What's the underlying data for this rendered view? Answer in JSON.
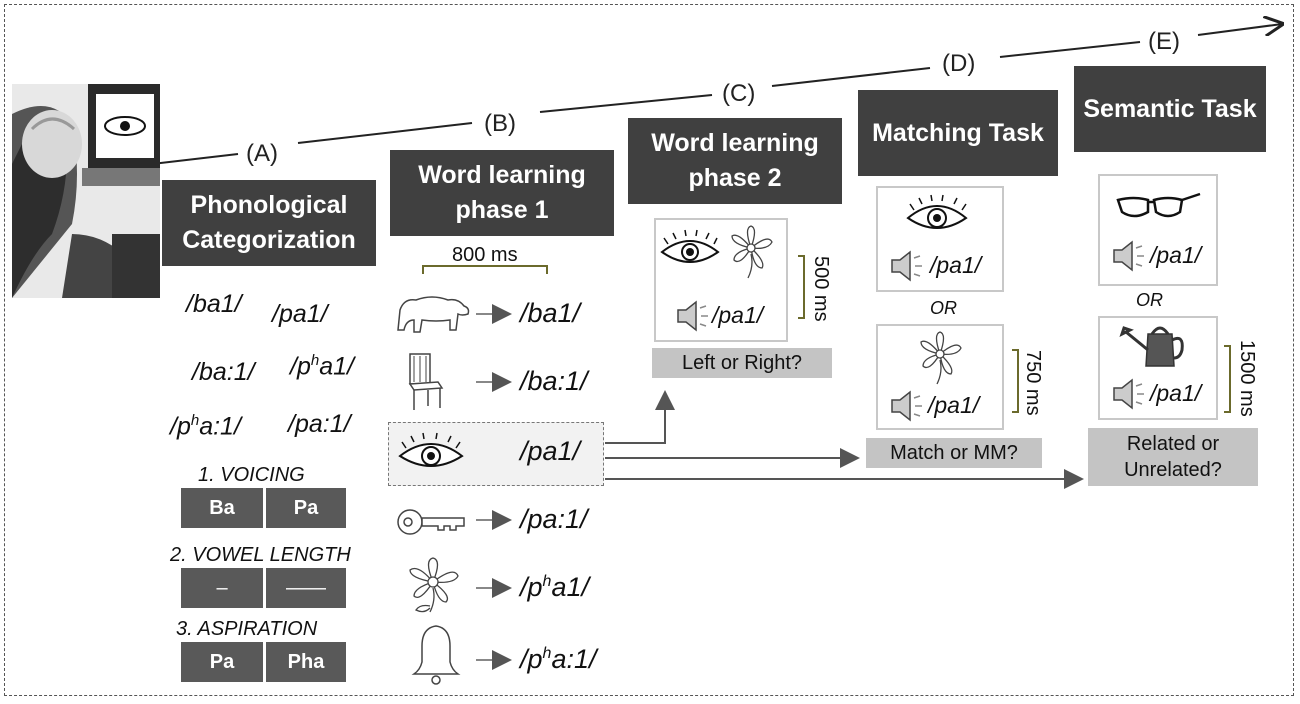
{
  "stages": {
    "a": "(A)",
    "b": "(B)",
    "c": "(C)",
    "d": "(D)",
    "e": "(E)"
  },
  "titles": {
    "phonological": "Phonological Categorization",
    "wl1": "Word learning phase 1",
    "wl2": "Word learning phase 2",
    "matching": "Matching Task",
    "semantic": "Semantic Task"
  },
  "syllables": [
    {
      "prefix": "/ba1/",
      "sup": "",
      "suffix": ""
    },
    {
      "prefix": "/pa1/",
      "sup": "",
      "suffix": ""
    },
    {
      "prefix": "/ba:1/",
      "sup": "",
      "suffix": ""
    },
    {
      "prefix": "/p",
      "sup": "h",
      "suffix": "a1/"
    },
    {
      "prefix": "/p",
      "sup": "h",
      "suffix": "a:1/"
    },
    {
      "prefix": "/pa:1/",
      "sup": "",
      "suffix": ""
    }
  ],
  "categorization": {
    "voicing_label": "1. VOICING",
    "voicing_buttons": [
      "Ba",
      "Pa"
    ],
    "vowel_label": "2. VOWEL LENGTH",
    "vowel_buttons": [
      "–",
      "——"
    ],
    "aspiration_label": "3. ASPIRATION",
    "aspiration_buttons": [
      "Pa",
      "Pha"
    ]
  },
  "phase1": {
    "duration": "800 ms",
    "items": [
      {
        "icon": "bear-icon",
        "prefix": "/ba1/",
        "sup": "",
        "suffix": ""
      },
      {
        "icon": "chair-icon",
        "prefix": "/ba:1/",
        "sup": "",
        "suffix": ""
      },
      {
        "icon": "eye-icon",
        "prefix": "/pa1/",
        "sup": "",
        "suffix": ""
      },
      {
        "icon": "key-icon",
        "prefix": "/pa:1/",
        "sup": "",
        "suffix": ""
      },
      {
        "icon": "flower-icon",
        "prefix": "/p",
        "sup": "h",
        "suffix": "a1/"
      },
      {
        "icon": "bell-icon",
        "prefix": "/p",
        "sup": "h",
        "suffix": "a:1/"
      }
    ]
  },
  "phase2": {
    "word": "/pa1/",
    "duration": "500 ms",
    "question": "Left or Right?"
  },
  "matching": {
    "word_top": "/pa1/",
    "or": "OR",
    "word_bottom": "/pa1/",
    "duration": "750 ms",
    "question": "Match or MM?"
  },
  "semantic": {
    "word_top": "/pa1/",
    "or": "OR",
    "word_bottom": "/pa1/",
    "duration": "1500 ms",
    "question": "Related or Unrelated?"
  },
  "colors": {
    "dark": "#404040",
    "label_gray": "#c4c4c4",
    "bracket": "#6b6a2c"
  }
}
